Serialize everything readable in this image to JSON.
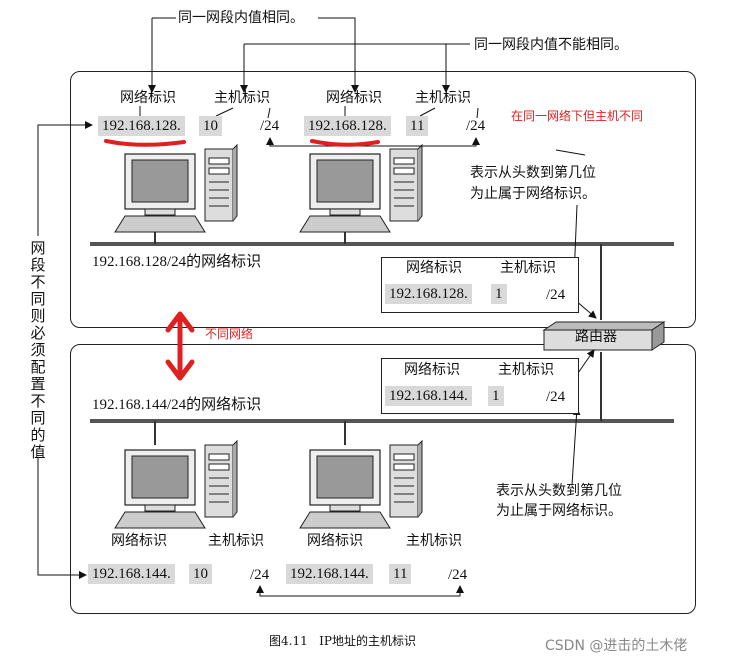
{
  "annotations": {
    "top_same": "同一网段内值相同。",
    "top_diff": "同一网段内值不能相同。",
    "red_note": "在同一网络下但主机不同",
    "red_diff": "不同网络",
    "vertical_note": "网段不同则必须配置不同的值",
    "prefix_note_top_l1": "表示从头数到第几位",
    "prefix_note_top_l2": "为止属于网络标识。",
    "prefix_note_bot_l1": "表示从头数到第几位",
    "prefix_note_bot_l2": "为止属于网络标识。"
  },
  "labels": {
    "net_id": "网络标识",
    "host_id": "主机标识",
    "router": "路由器"
  },
  "top_network": {
    "label": "192.168.128/24的网络标识",
    "hosts": [
      {
        "net": "192.168.128.",
        "host": "10",
        "prefix": "/24"
      },
      {
        "net": "192.168.128.",
        "host": "11",
        "prefix": "/24"
      }
    ],
    "router_if": {
      "net": "192.168.128.",
      "host": "1",
      "prefix": "/24"
    }
  },
  "bottom_network": {
    "label": "192.168.144/24的网络标识",
    "hosts": [
      {
        "net": "192.168.144.",
        "host": "10",
        "prefix": "/24"
      },
      {
        "net": "192.168.144.",
        "host": "11",
        "prefix": "/24"
      }
    ],
    "router_if": {
      "net": "192.168.144.",
      "host": "1",
      "prefix": "/24"
    }
  },
  "caption": "图4.11   IP地址的主机标识",
  "watermark": "CSDN @进击的土木佬",
  "colors": {
    "red": "#e02020",
    "gray_box": "#d9d9d9"
  }
}
